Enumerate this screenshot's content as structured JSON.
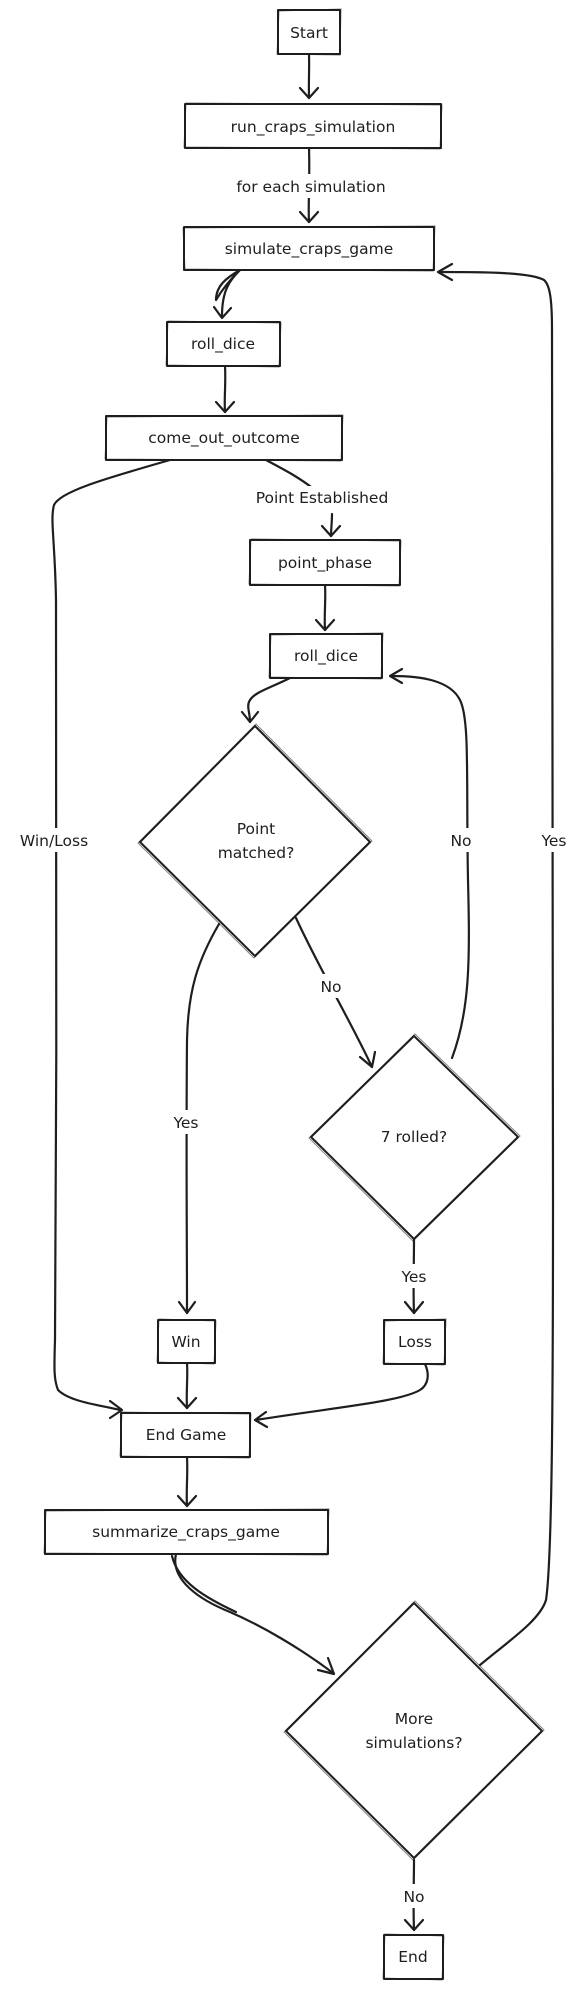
{
  "flowchart": {
    "nodes": {
      "start": "Start",
      "run_sim": "run_craps_simulation",
      "simulate_game": "simulate_craps_game",
      "roll_dice_1": "roll_dice",
      "come_out": "come_out_outcome",
      "point_phase": "point_phase",
      "roll_dice_2": "roll_dice",
      "point_matched_l1": "Point",
      "point_matched_l2": "matched?",
      "seven_rolled": "7 rolled?",
      "win": "Win",
      "loss": "Loss",
      "end_game": "End Game",
      "summarize": "summarize_craps_game",
      "more_sims_l1": "More",
      "more_sims_l2": "simulations?",
      "end": "End"
    },
    "edge_labels": {
      "for_each": "for each simulation",
      "point_established": "Point Established",
      "win_loss": "Win/Loss",
      "no_loop": "No",
      "yes_loop": "Yes",
      "matched_no": "No",
      "matched_yes": "Yes",
      "seven_yes": "Yes",
      "more_no": "No"
    }
  }
}
